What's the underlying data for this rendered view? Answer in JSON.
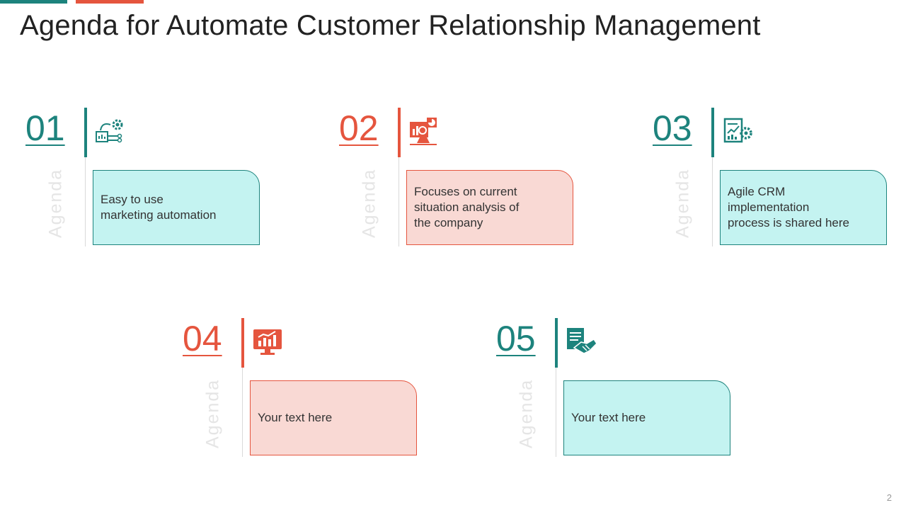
{
  "title": "Agenda for Automate Customer Relationship Management",
  "page_number": "2",
  "colors": {
    "teal": "#1d837d",
    "coral": "#e5553e",
    "teal_box": "#c4f3f1",
    "coral_box": "#f9d9d4"
  },
  "items": [
    {
      "number": "01",
      "label": "Agenda",
      "text": "Easy to use\n marketing automation",
      "icon": "marketing-automation-icon"
    },
    {
      "number": "02",
      "label": "Agenda",
      "text": "Focuses on current\nsituation analysis of\nthe company",
      "icon": "analysis-icon"
    },
    {
      "number": "03",
      "label": "Agenda",
      "text": "Agile CRM\nimplementation\nprocess is shared here",
      "icon": "crm-process-icon"
    },
    {
      "number": "04",
      "label": "Agenda",
      "text": "Your text here",
      "icon": "monitor-chart-icon"
    },
    {
      "number": "05",
      "label": "Agenda",
      "text": "Your text here",
      "icon": "handshake-document-icon"
    }
  ]
}
